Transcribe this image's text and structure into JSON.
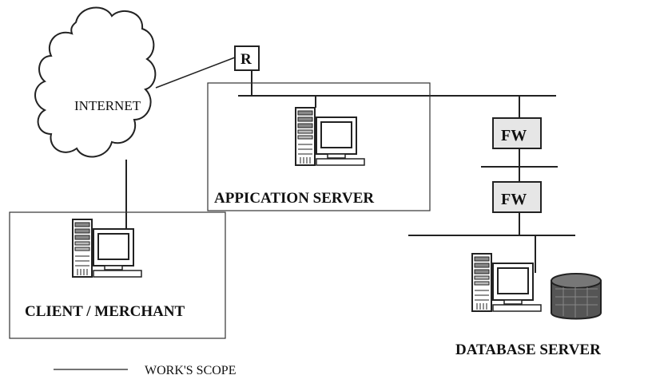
{
  "labels": {
    "internet": "INTERNET",
    "router": "R",
    "firewall_top": "FW",
    "firewall_bottom": "FW",
    "app_server": "APPICATION SERVER",
    "client": "CLIENT / MERCHANT",
    "database_server": "DATABASE SERVER",
    "legend": "WORK'S SCOPE"
  },
  "colors": {
    "line": "#222222",
    "firewall_fill": "#e6e6e6",
    "box_stroke": "#333333"
  }
}
